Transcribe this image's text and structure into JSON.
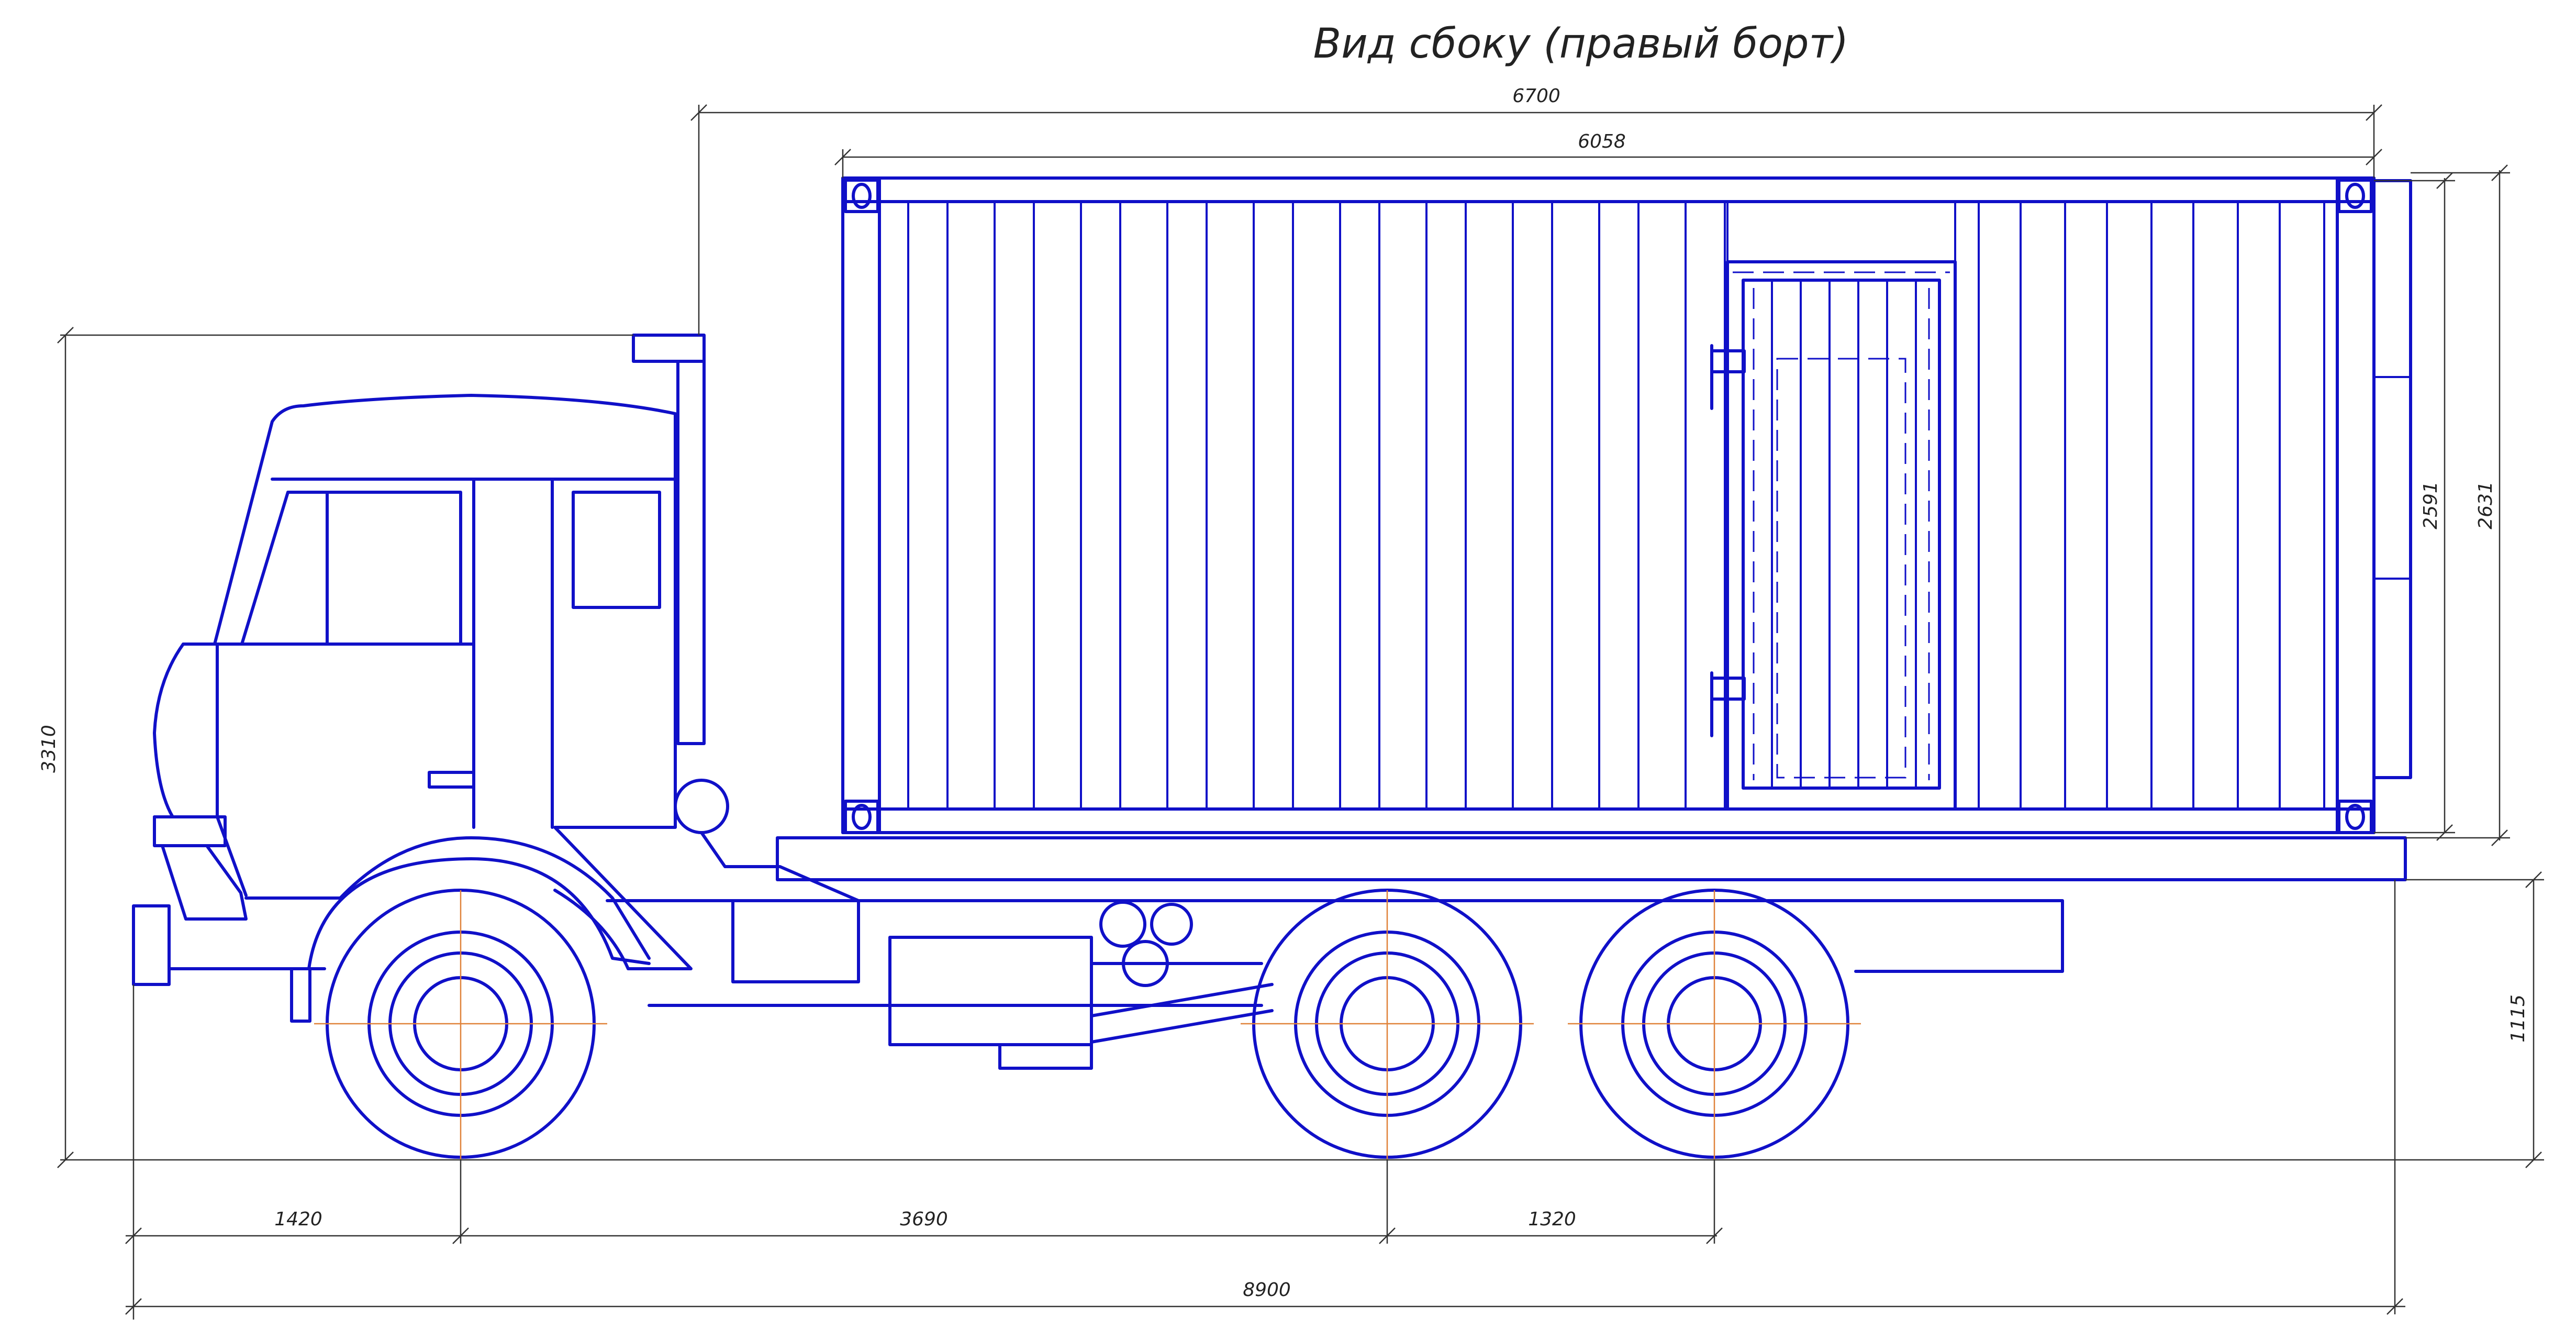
{
  "title": "Вид сбоку (правый борт)",
  "dimensions": {
    "overall_container_top": "6700",
    "container_length": "6058",
    "total_height": "3310",
    "container_height_inner": "2591",
    "container_height_outer": "2631",
    "frame_height": "1115",
    "front_overhang": "1420",
    "wheelbase_front_mid": "3690",
    "wheelbase_mid_rear": "1320",
    "overall_length": "8900"
  },
  "colors": {
    "outline": "#1010c8",
    "dimension_lines": "#333333",
    "axis_lines": "#e0823a"
  }
}
